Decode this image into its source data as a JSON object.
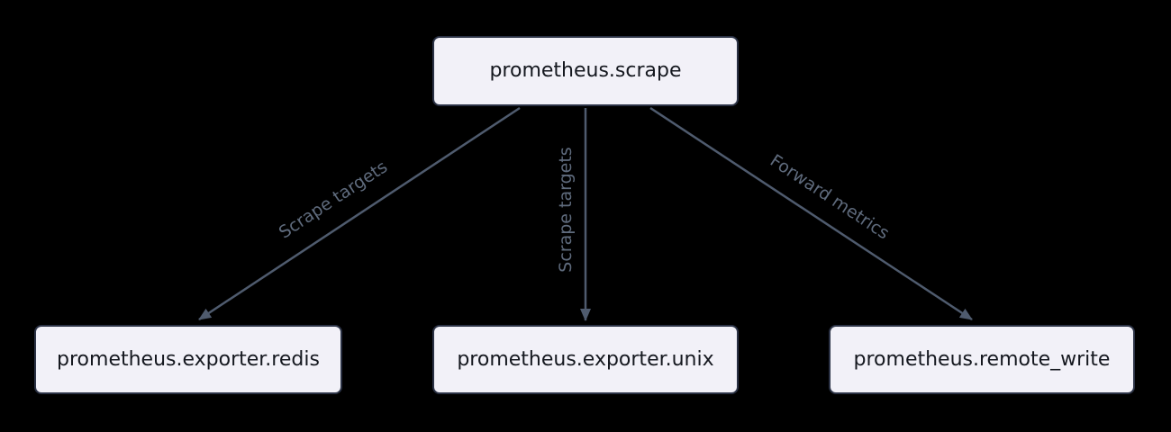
{
  "diagram": {
    "type": "flowchart",
    "background_color": "#000000",
    "node_fill_color": "#f2f1f8",
    "node_border_color": "#2b3245",
    "node_text_color": "#15181f",
    "edge_color": "#4f5b6e",
    "edge_label_color": "#5f6b7d",
    "nodes": [
      {
        "id": "prometheus.scrape",
        "label": "prometheus.scrape"
      },
      {
        "id": "prometheus.exporter.redis",
        "label": "prometheus.exporter.redis"
      },
      {
        "id": "prometheus.exporter.unix",
        "label": "prometheus.exporter.unix"
      },
      {
        "id": "prometheus.remote_write",
        "label": "prometheus.remote_write"
      }
    ],
    "edges": [
      {
        "from": "prometheus.scrape",
        "to": "prometheus.exporter.redis",
        "label": "Scrape targets"
      },
      {
        "from": "prometheus.scrape",
        "to": "prometheus.exporter.unix",
        "label": "Scrape targets"
      },
      {
        "from": "prometheus.scrape",
        "to": "prometheus.remote_write",
        "label": "Forward metrics"
      }
    ]
  }
}
